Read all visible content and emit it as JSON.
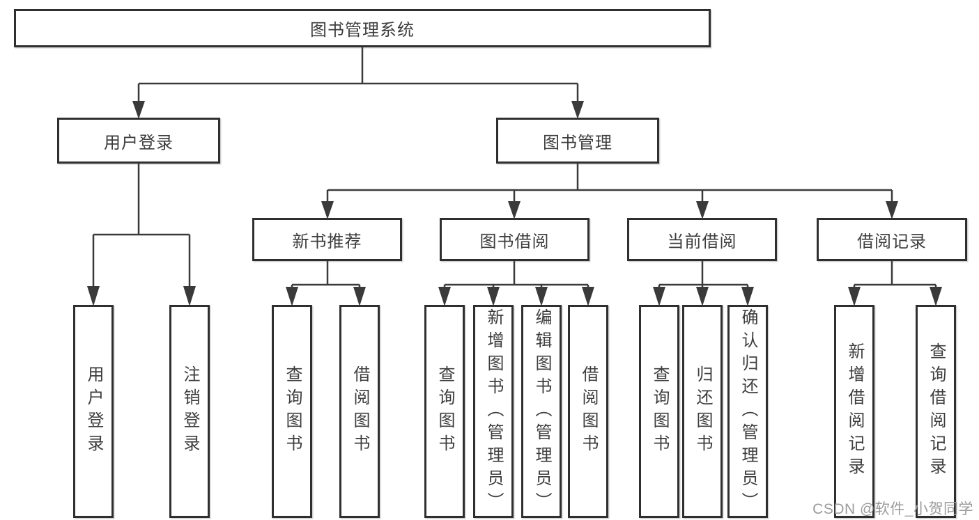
{
  "tree": {
    "root": {
      "label": "图书管理系统",
      "children": [
        {
          "label": "用户登录",
          "children": [
            {
              "label": "用户登录"
            },
            {
              "label": "注销登录"
            }
          ]
        },
        {
          "label": "图书管理",
          "children": [
            {
              "label": "新书推荐",
              "children": [
                {
                  "label": "查询图书"
                },
                {
                  "label": "借阅图书"
                }
              ]
            },
            {
              "label": "图书借阅",
              "children": [
                {
                  "label": "查询图书"
                },
                {
                  "label": "新增图书（管理员）"
                },
                {
                  "label": "编辑图书（管理员）"
                },
                {
                  "label": "借阅图书"
                }
              ]
            },
            {
              "label": "当前借阅",
              "children": [
                {
                  "label": "查询图书"
                },
                {
                  "label": "归还图书"
                },
                {
                  "label": "确认归还（管理员）"
                }
              ]
            },
            {
              "label": "借阅记录",
              "children": [
                {
                  "label": "新增借阅记录"
                },
                {
                  "label": "查询借阅记录"
                }
              ]
            }
          ]
        }
      ]
    }
  },
  "watermark": {
    "text": "CSDN @软件_小贺同学"
  },
  "colors": {
    "background": "#ffffff",
    "line": "#3a3a3a",
    "border": "#2f2f2f",
    "text": "#3d3d3d",
    "watermark": "#9b9b9b"
  }
}
